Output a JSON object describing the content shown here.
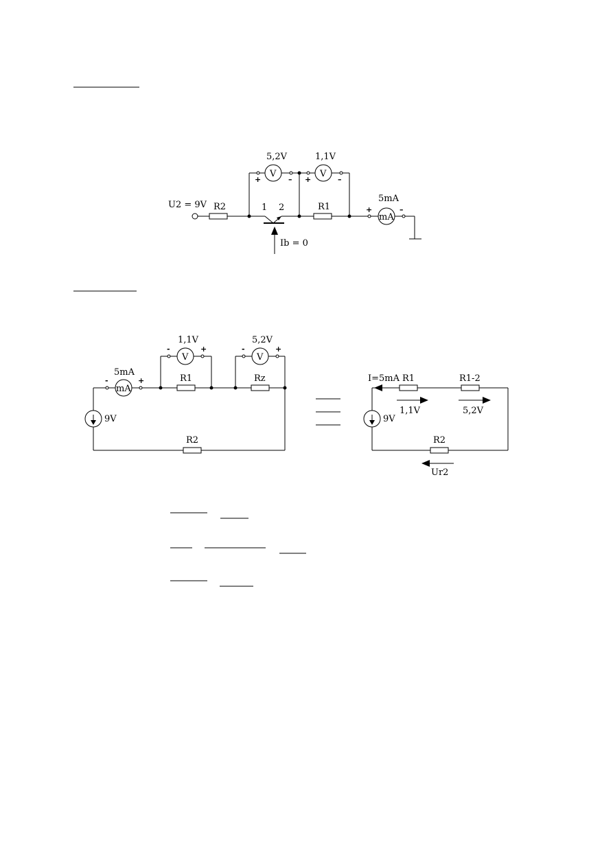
{
  "circuit1": {
    "voltmeter_a_reading": "5,2V",
    "voltmeter_b_reading": "1,1V",
    "ammeter_reading": "5mA",
    "source_label": "U2 = 9V",
    "r2_label": "R2",
    "r1_label": "R1",
    "pin1_label": "1",
    "pin2_label": "2",
    "ib_label": "Ib = 0",
    "plus": "+",
    "minus": "–",
    "volt_sym": "V",
    "amp_sym": "mA"
  },
  "circuit2": {
    "ammeter_reading": "5mA",
    "voltmeter_a_reading": "1,1V",
    "voltmeter_b_reading": "5,2V",
    "r1_label": "R1",
    "rz_label": "Rz",
    "r2_label": "R2",
    "source_label": "9V",
    "plus": "+",
    "minus": "-",
    "volt_sym": "V",
    "amp_sym": "mA"
  },
  "circuit3": {
    "current_label": "I=5mA",
    "r1_label": "R1",
    "r12_label": "R1-2",
    "r2_label": "R2",
    "source_label": "9V",
    "u1_label": "1,1V",
    "u2_label": "5,2V",
    "ur2_label": "Ur2"
  }
}
